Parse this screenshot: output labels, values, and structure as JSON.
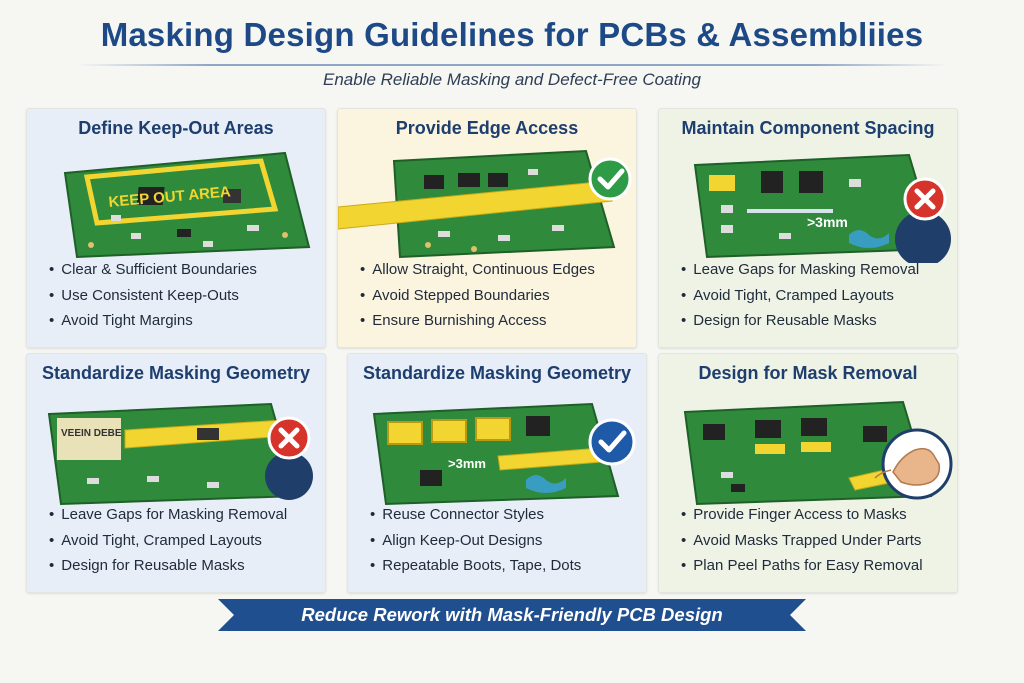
{
  "header": {
    "title": "Masking Design Guidelines for PCBs & Assembliies",
    "subtitle": "Enable Reliable Masking and Defect-Free Coating"
  },
  "panels": [
    {
      "title": "Define Keep-Out Areas",
      "illustration_label": "KEEP OUT AREA",
      "bullets": [
        "Clear & Sufficient Boundaries",
        "Use Consistent Keep-Outs",
        "Avoid Tight Margins"
      ]
    },
    {
      "title": "Provide Edge Access",
      "badge": "check-icon",
      "bullets": [
        "Allow Straight, Continuous Edges",
        "Avoid Stepped Boundaries",
        "Ensure Burnishing Access"
      ]
    },
    {
      "title": "Maintain Component Spacing",
      "illustration_label": ">3mm",
      "badge": "cross-icon",
      "bullets": [
        "Leave Gaps for Masking Removal",
        "Avoid Tight, Cramped Layouts",
        "Design for Reusable Masks"
      ]
    },
    {
      "title": "Standardize Masking Geometry",
      "illustration_label": "VEEIN DEBE AREA",
      "badge": "cross-icon",
      "bullets": [
        "Leave Gaps for Masking Removal",
        "Avoid Tight, Cramped Layouts",
        "Design for Reusable Masks"
      ]
    },
    {
      "title": "Standardize Masking Geometry",
      "illustration_label": ">3mm",
      "badge": "check-icon",
      "bullets": [
        "Reuse Connector Styles",
        "Align Keep-Out Designs",
        "Repeatable Boots, Tape,  Dots"
      ]
    },
    {
      "title": "Design for Mask Removal",
      "badge": "hand-peel-icon",
      "bullets": [
        "Provide Finger Access to Masks",
        "Avoid Masks Trapped Under Parts",
        "Plan Peel Paths for Easy Removal"
      ]
    }
  ],
  "footer": {
    "banner": "Reduce Rework with Mask-Friendly PCB Design"
  },
  "colors": {
    "title": "#1d4a86",
    "board": "#2f8a3c",
    "mask": "#f2d530",
    "badge_ok": "#2e9b46",
    "badge_bad": "#d6332b",
    "banner": "#1f4f8f"
  }
}
